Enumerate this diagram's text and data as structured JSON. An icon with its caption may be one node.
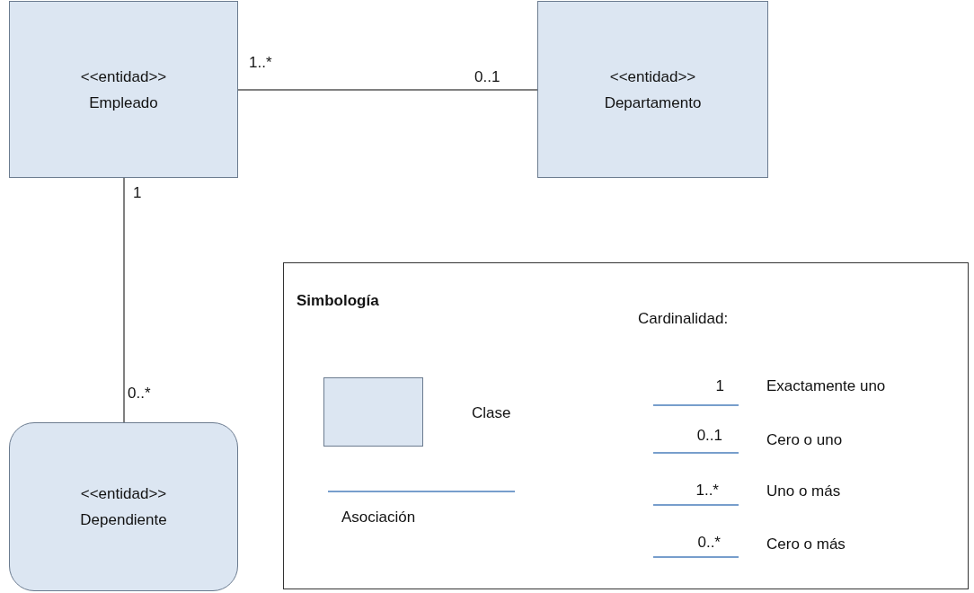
{
  "diagram": {
    "nodes": [
      {
        "text": [
          "<<entidad>>",
          "Empleado"
        ]
      },
      {
        "text": [
          "<<entidad>>",
          "Departamento"
        ]
      },
      {
        "text": [
          "<<entidad>>",
          "Dependiente"
        ]
      },
      {
        "text": [
          "Simbología"
        ]
      },
      {
        "text": [],
        "shape": "box",
        "in": 3
      }
    ],
    "edges": [
      {
        "from": 0,
        "to": 1,
        "arrow": "none"
      },
      {
        "from": 0,
        "to": 2,
        "arrow": "none"
      }
    ],
    "labels": [
      "1..*",
      "0..1",
      "1",
      "0..*",
      "Clase",
      "Asociación",
      "Cardinalidad:",
      "1",
      "Exactamente uno",
      "0..1",
      "Cero o uno",
      "1..*",
      "Uno o más",
      "0..*",
      "Cero o más"
    ]
  }
}
